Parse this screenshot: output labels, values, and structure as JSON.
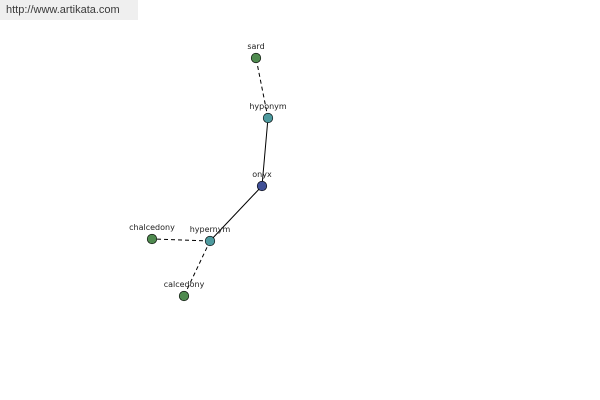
{
  "watermark": "http://www.artikata.com",
  "colors": {
    "background": "#ffffff",
    "watermark_bar": "#efefef",
    "word_node": "#4f8a4f",
    "relation_node": "#4e9a9e",
    "center_node": "#3f4f96",
    "edge": "#000000"
  },
  "nodes": [
    {
      "id": "sard",
      "label": "sard",
      "kind": "word"
    },
    {
      "id": "hyponym",
      "label": "hyponym",
      "kind": "relation"
    },
    {
      "id": "onyx",
      "label": "onyx",
      "kind": "center"
    },
    {
      "id": "hypernym",
      "label": "hypernym",
      "kind": "relation"
    },
    {
      "id": "chalcedony",
      "label": "chalcedony",
      "kind": "word"
    },
    {
      "id": "calcedony",
      "label": "calcedony",
      "kind": "word"
    }
  ],
  "edges": [
    {
      "from": "onyx",
      "to": "hyponym",
      "style": "solid"
    },
    {
      "from": "hyponym",
      "to": "sard",
      "style": "dashed"
    },
    {
      "from": "onyx",
      "to": "hypernym",
      "style": "solid"
    },
    {
      "from": "hypernym",
      "to": "chalcedony",
      "style": "dashed"
    },
    {
      "from": "hypernym",
      "to": "calcedony",
      "style": "dashed"
    }
  ]
}
